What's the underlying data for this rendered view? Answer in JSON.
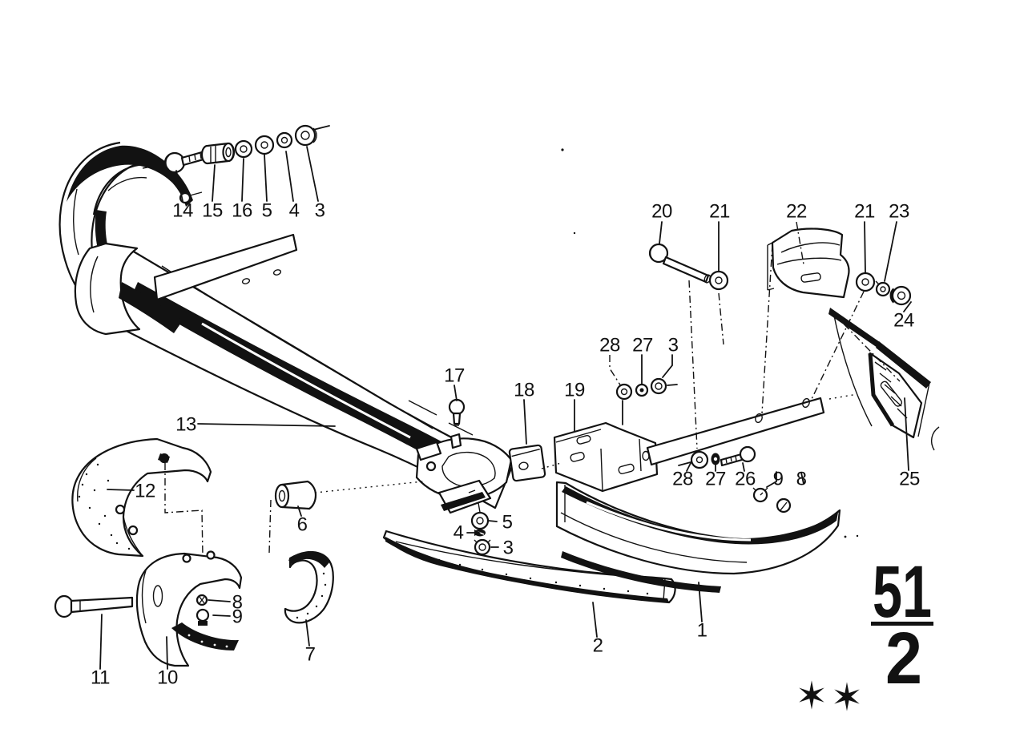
{
  "page": {
    "section_number": "51",
    "page_number": "2"
  },
  "stars": [
    "✶",
    "✶"
  ],
  "callouts": [
    {
      "label": "14"
    },
    {
      "label": "15"
    },
    {
      "label": "16"
    },
    {
      "label": "5"
    },
    {
      "label": "4"
    },
    {
      "label": "3"
    },
    {
      "label": "20"
    },
    {
      "label": "21"
    },
    {
      "label": "22"
    },
    {
      "label": "21"
    },
    {
      "label": "23"
    },
    {
      "label": "24"
    },
    {
      "label": "28"
    },
    {
      "label": "27"
    },
    {
      "label": "3"
    },
    {
      "label": "17"
    },
    {
      "label": "18"
    },
    {
      "label": "19"
    },
    {
      "label": "13"
    },
    {
      "label": "28"
    },
    {
      "label": "27"
    },
    {
      "label": "26"
    },
    {
      "label": "9"
    },
    {
      "label": "8"
    },
    {
      "label": "25"
    },
    {
      "label": "12"
    },
    {
      "label": "6"
    },
    {
      "label": "5"
    },
    {
      "label": "4"
    },
    {
      "label": "3"
    },
    {
      "label": "8"
    },
    {
      "label": "9"
    },
    {
      "label": "1"
    },
    {
      "label": "2"
    },
    {
      "label": "7"
    },
    {
      "label": "11"
    },
    {
      "label": "10"
    }
  ]
}
